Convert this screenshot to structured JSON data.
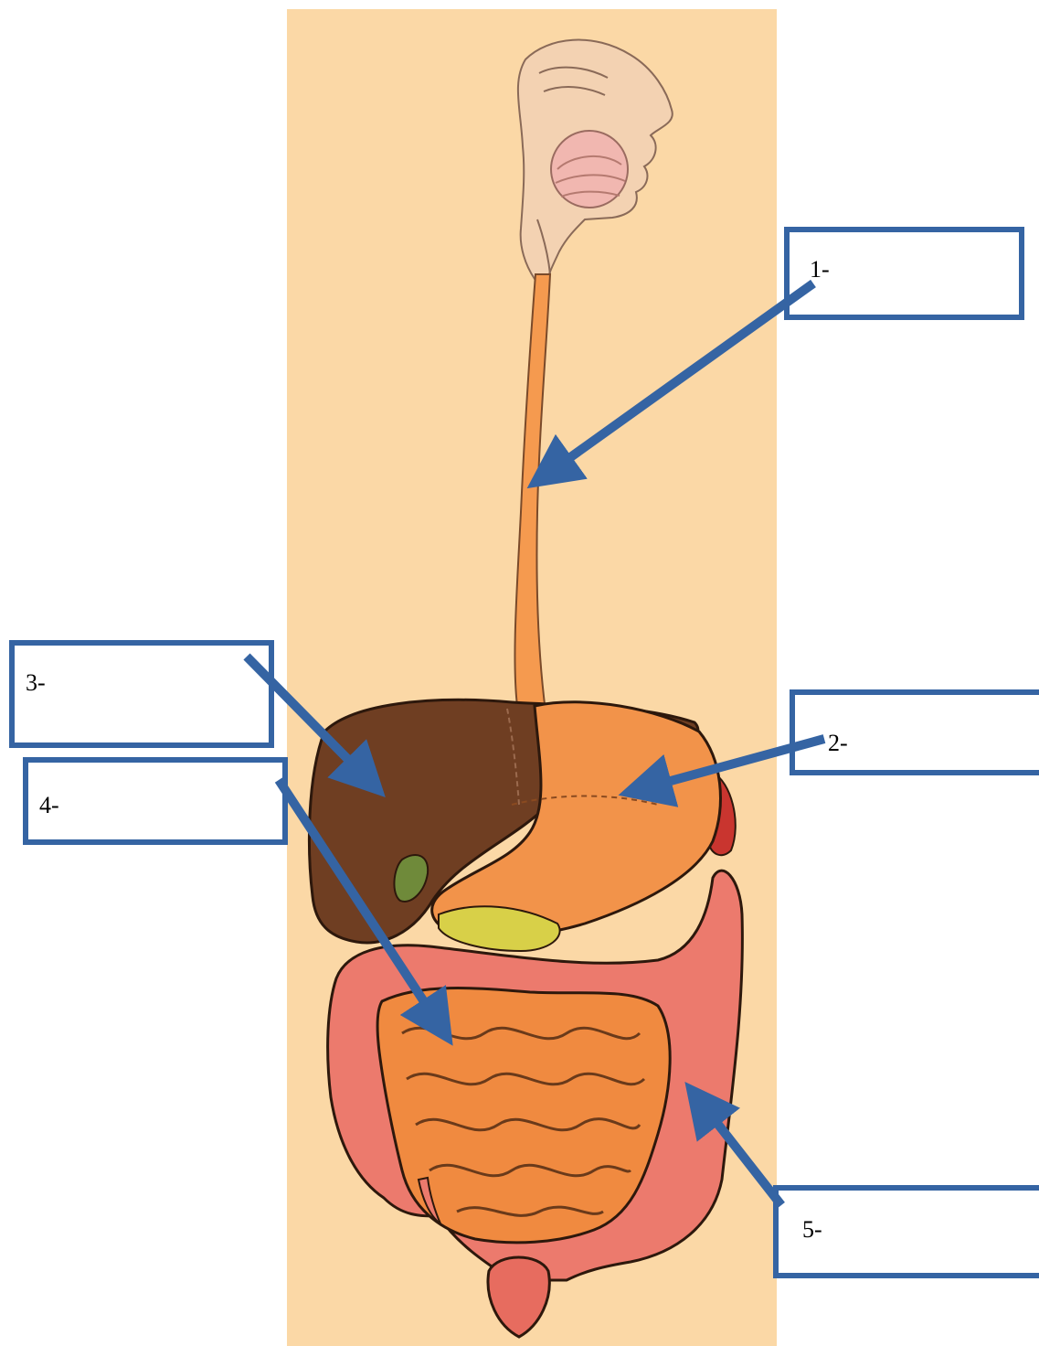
{
  "labels": {
    "l1": "1-",
    "l2": "2-",
    "l3": "3-",
    "l4": "4-",
    "l5": "5-"
  },
  "colors": {
    "background_panel": "#fbd8a6",
    "label_border": "#3564a3",
    "arrow": "#3564a3",
    "liver": "#6f3e22",
    "stomach": "#f2934a",
    "esophagus": "#f59a4f",
    "small_intestine": "#f08a40",
    "large_intestine": "#ec7a6d",
    "spleen": "#c9352f",
    "pancreas": "#d8d048",
    "head_outline": "#f3d2b2"
  }
}
